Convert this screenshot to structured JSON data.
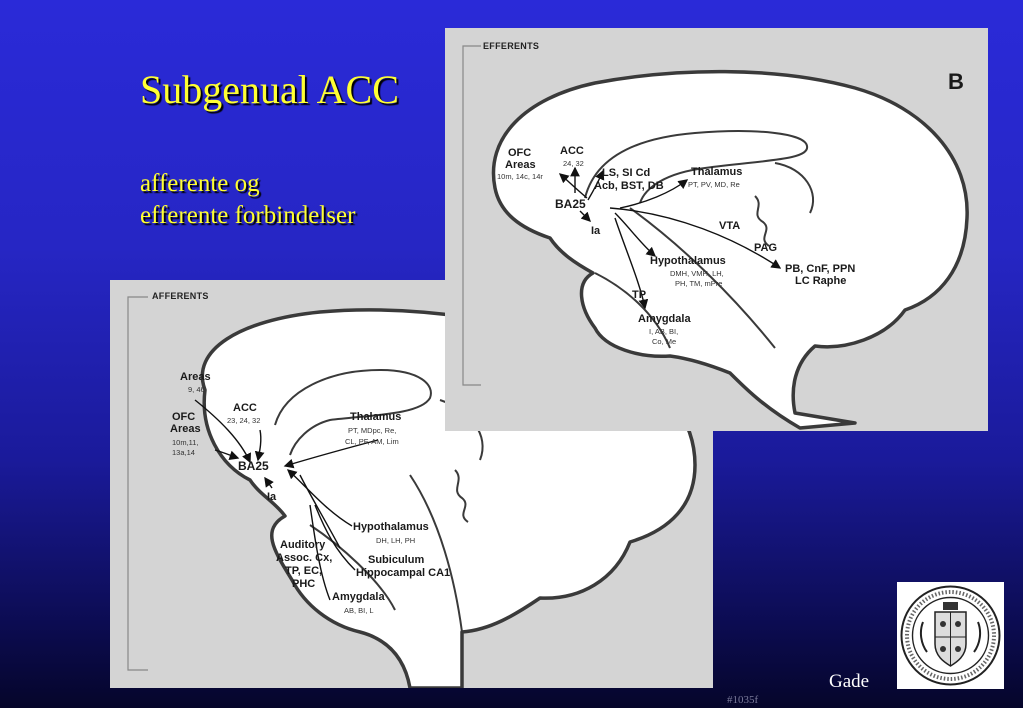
{
  "slide": {
    "title": "Subgenual ACC",
    "subtitle_lines": [
      "afferente og",
      "efferente forbindelser"
    ],
    "author": "Gade",
    "footnote": "#1035f"
  },
  "afferents": {
    "header": "AFFERENTS",
    "areas": {
      "title": "Areas",
      "sub": "9, 46"
    },
    "acc": {
      "title": "ACC",
      "sub": "23, 24, 32"
    },
    "ofc": {
      "title1": "OFC",
      "title2": "Areas",
      "sub1": "10m,11,",
      "sub2": "13a,14"
    },
    "thalamus": {
      "title": "Thalamus",
      "sub1": "PT, MDpc, Re,",
      "sub2": "CL, PF, AM, Lim"
    },
    "ba25": "BA25",
    "ia": "Ia",
    "hypothalamus": {
      "title": "Hypothalamus",
      "sub": "DH, LH, PH"
    },
    "auditory": {
      "l1": "Auditory",
      "l2": "Assoc. Cx,",
      "l3": "TP, EC,",
      "l4": "PHC"
    },
    "subiculum": {
      "l1": "Subiculum",
      "l2": "Hippocampal CA1"
    },
    "amygdala": {
      "title": "Amygdala",
      "sub": "AB, BI, L"
    }
  },
  "efferents": {
    "header": "EFFERENTS",
    "panel_letter": "B",
    "ofc": {
      "title1": "OFC",
      "title2": "Areas",
      "sub": "10m, 14c, 14r"
    },
    "acc": {
      "title": "ACC",
      "sub": "24, 32"
    },
    "ls": {
      "l1": "LS, SI Cd",
      "l2": "Acb, BST, DB"
    },
    "thalamus": {
      "title": "Thalamus",
      "sub": "PT, PV, MD, Re"
    },
    "ba25": "BA25",
    "ia": "Ia",
    "vta": "VTA",
    "pag": "PAG",
    "hypothalamus": {
      "title": "Hypothalamus",
      "sub1": "DMH, VMH, LH,",
      "sub2": "PH, TM, mPre"
    },
    "pb": {
      "l1": "PB, CnF, PPN",
      "l2": "LC Raphe"
    },
    "tp": "TP",
    "amygdala": {
      "title": "Amygdala",
      "sub1": "I, AB, BI,",
      "sub2": "Co, Me"
    }
  }
}
